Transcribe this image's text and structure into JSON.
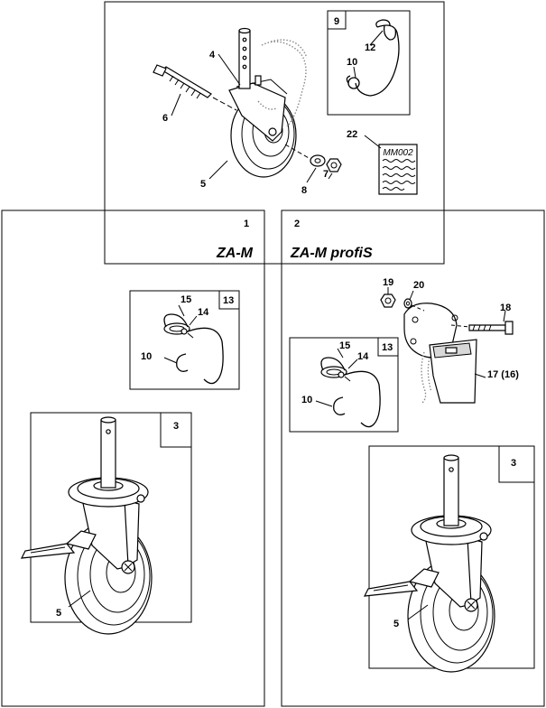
{
  "variants": {
    "left": {
      "callout": "1",
      "name": "ZA-M"
    },
    "right": {
      "callout": "2",
      "name": "ZA-M  profiS"
    }
  },
  "document_tag": "MM002",
  "callouts": {
    "top": {
      "c4": "4",
      "c6": "6",
      "c5": "5",
      "c8": "8",
      "c7": "7",
      "c9": "9",
      "c12": "12",
      "c10": "10",
      "c22": "22"
    },
    "left_pin": {
      "c15": "15",
      "c14": "14",
      "c10": "10",
      "c13": "13"
    },
    "left_caster": {
      "c3": "3",
      "c5": "5"
    },
    "right_mount": {
      "c19": "19",
      "c20": "20",
      "c18": "18",
      "c17": "17 (16)"
    },
    "right_pin": {
      "c15": "15",
      "c14": "14",
      "c10": "10",
      "c13": "13"
    },
    "right_caster": {
      "c3": "3",
      "c5": "5"
    }
  }
}
